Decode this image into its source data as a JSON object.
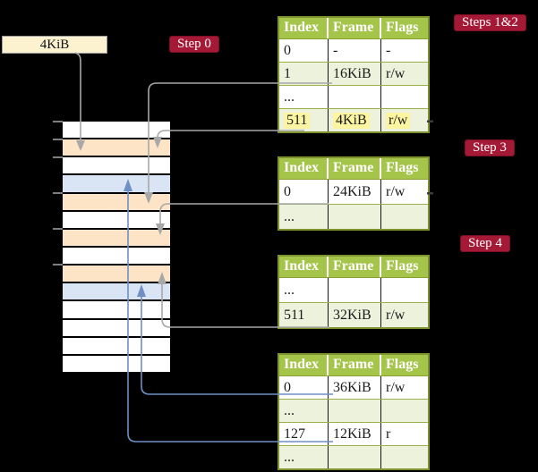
{
  "frame_box_label": "4KiB",
  "badges": {
    "step0": "Step 0",
    "steps12": "Steps 1&2",
    "step3": "Step 3",
    "step4": "Step 4"
  },
  "memory_rows": [
    "white",
    "orange",
    "white",
    "blue",
    "orange",
    "white",
    "orange",
    "white",
    "orange",
    "blue",
    "white",
    "white",
    "white",
    "white"
  ],
  "tables": [
    {
      "id": "table-steps-1-2",
      "headers": [
        "Index",
        "Frame",
        "Flags"
      ],
      "rows": [
        {
          "cells": [
            "0",
            "-",
            "-"
          ],
          "shaded": false,
          "highlight": false
        },
        {
          "cells": [
            "1",
            "16KiB",
            "r/w"
          ],
          "shaded": true,
          "highlight": false
        },
        {
          "cells": [
            "...",
            "",
            ""
          ],
          "shaded": false,
          "highlight": false
        },
        {
          "cells": [
            "511",
            "4KiB",
            "r/w"
          ],
          "shaded": true,
          "highlight": true
        }
      ]
    },
    {
      "id": "table-step-3",
      "headers": [
        "Index",
        "Frame",
        "Flags"
      ],
      "rows": [
        {
          "cells": [
            "0",
            "24KiB",
            "r/w"
          ],
          "shaded": false,
          "highlight": false
        },
        {
          "cells": [
            "...",
            "",
            ""
          ],
          "shaded": true,
          "highlight": false
        }
      ]
    },
    {
      "id": "table-step-4",
      "headers": [
        "Index",
        "Frame",
        "Flags"
      ],
      "rows": [
        {
          "cells": [
            "...",
            "",
            ""
          ],
          "shaded": false,
          "highlight": false
        },
        {
          "cells": [
            "511",
            "32KiB",
            "r/w"
          ],
          "shaded": true,
          "highlight": false
        }
      ]
    },
    {
      "id": "table-final",
      "headers": [
        "Index",
        "Frame",
        "Flags"
      ],
      "rows": [
        {
          "cells": [
            "0",
            "36KiB",
            "r/w"
          ],
          "shaded": false,
          "highlight": false
        },
        {
          "cells": [
            "...",
            "",
            ""
          ],
          "shaded": true,
          "highlight": false
        },
        {
          "cells": [
            "127",
            "12KiB",
            "r"
          ],
          "shaded": false,
          "highlight": false
        },
        {
          "cells": [
            "...",
            "",
            ""
          ],
          "shaded": true,
          "highlight": false
        }
      ]
    }
  ],
  "colors": {
    "canvas-bg": "#000000",
    "header-green": "#a5c44a",
    "table-border": "#7e9330",
    "row-line": "#9ab14a",
    "cell-sep": "#161616",
    "row-shade": "#edf2dc",
    "row-white": "#ffffff",
    "highlight-yellow": "#fbf5a1",
    "mem-orange": "#fde4c7",
    "mem-blue": "#d9e5f5",
    "badge-red": "#a31936",
    "badge-border": "#7c0e25",
    "frame-box-bg": "#fdf2cf",
    "frame-box-border": "#9c9c9c",
    "arrow-gray": "#a8a8a8",
    "arrow-blue": "#6f8fc5",
    "tick-gray": "#7f7f7f",
    "text-dark": "#1a1a1a",
    "text-white": "#ffffff"
  }
}
